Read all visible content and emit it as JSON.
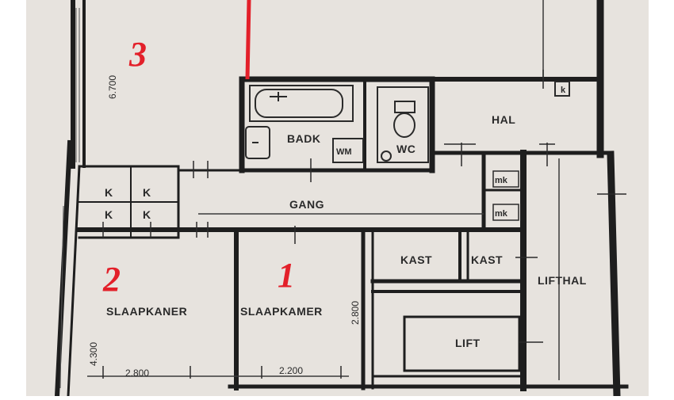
{
  "colors": {
    "paper": "#e7e3de",
    "wall": "#1e1e1e",
    "annotation": "#e3202a",
    "frame": "#ffffff"
  },
  "annotations": [
    "3",
    "2",
    "1"
  ],
  "rooms": {
    "badk": "BADK",
    "wm": "WM",
    "wc": "WC",
    "hal": "HAL",
    "gang": "GANG",
    "k": "K",
    "kast1": "KAST",
    "kast2": "KAST",
    "lifthal": "LIFTHAL",
    "lift": "LIFT",
    "slaapkamer2": "SLAAPKANER",
    "slaapkamer1": "SLAAPKAMER",
    "mk": "mk",
    "kitchen_k": "k"
  },
  "dimensions": {
    "height_left": "6.700",
    "width_left": "2.800",
    "width_right": "2.200",
    "height_right": "2.800",
    "height_bottom_left": "4.300"
  }
}
